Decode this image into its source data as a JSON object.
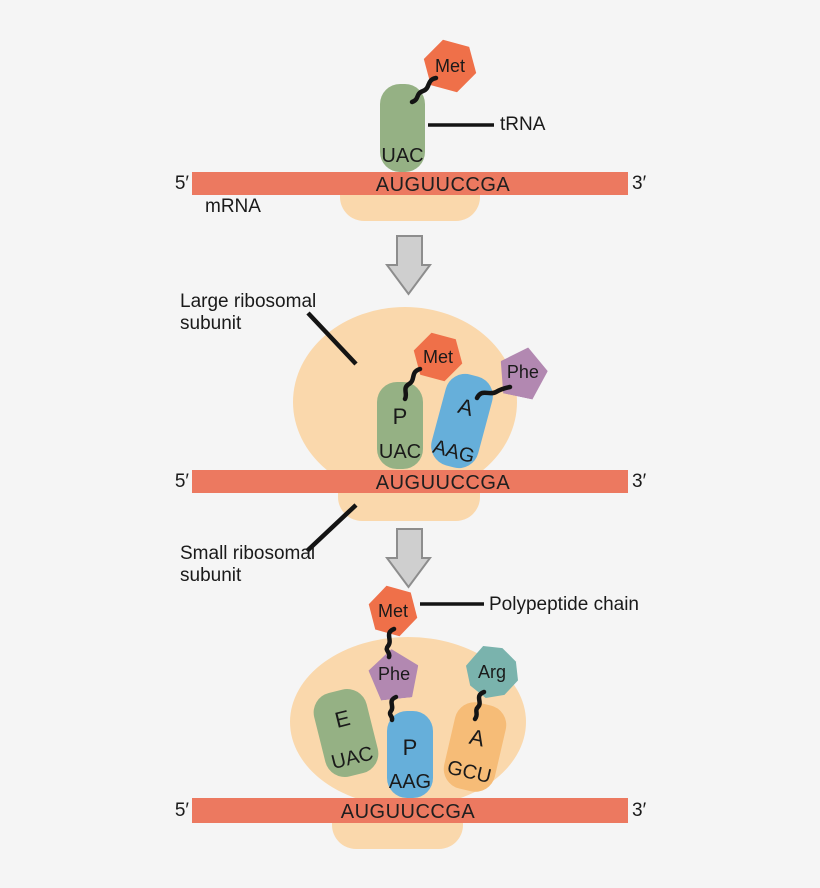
{
  "colors": {
    "background": "#f5f5f5",
    "mrna_bar": "#ec7960",
    "ribosome_peach": "#fad8ac",
    "trna_green": "#95b184",
    "trna_blue": "#66afda",
    "trna_orange": "#f6bc77",
    "met_orange": "#ef7049",
    "phe_purple": "#b288b1",
    "arg_teal": "#7ab3ad",
    "arrow_fill": "#cfcfcf",
    "arrow_stroke": "#8d8d8d",
    "line_black": "#141414"
  },
  "panels": {
    "initiation": {
      "met": "Met",
      "trna_callout": "tRNA",
      "anticodon": "UAC",
      "mrna": {
        "five_prime": "5′",
        "sequence": "AUGUUCCGA",
        "three_prime": "3′",
        "label": "mRNA"
      }
    },
    "elongation": {
      "large_subunit_line1": "Large ribosomal",
      "large_subunit_line2": "subunit",
      "met": "Met",
      "phe": "Phe",
      "p_site": {
        "label": "P",
        "anticodon": "UAC"
      },
      "a_site": {
        "label": "A",
        "anticodon": "AAG"
      },
      "mrna": {
        "five_prime": "5′",
        "sequence": "AUGUUCCGA",
        "three_prime": "3′"
      },
      "small_subunit_line1": "Small ribosomal",
      "small_subunit_line2": "subunit"
    },
    "translocation": {
      "polypeptide_callout": "Polypeptide chain",
      "met": "Met",
      "phe": "Phe",
      "arg": "Arg",
      "e_site": {
        "label": "E",
        "anticodon": "UAC"
      },
      "p_site": {
        "label": "P",
        "anticodon": "AAG"
      },
      "a_site": {
        "label": "A",
        "anticodon": "GCU"
      },
      "mrna": {
        "five_prime": "5′",
        "sequence": "AUGUUCCGA",
        "three_prime": "3′"
      }
    }
  }
}
